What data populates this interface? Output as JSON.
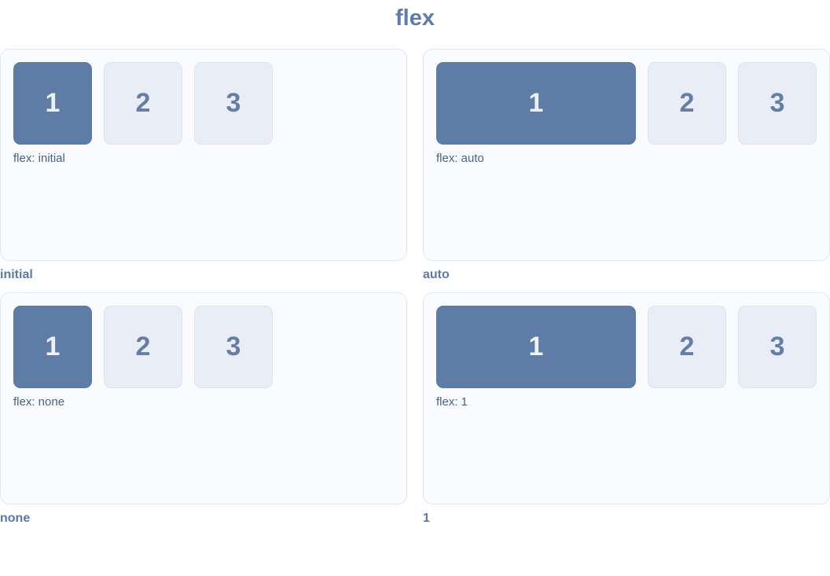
{
  "title": "flex",
  "colors": {
    "accent_box": "#5e7da6",
    "accent_box_text": "#edf2f9",
    "muted_box": "#e9edf6",
    "muted_box_text": "#647ea6",
    "heading_text": "#5e7ca9",
    "caption_text": "#47628b",
    "panel_background": "#f9fbfe",
    "panel_border": "#e2e8f3"
  },
  "panels": [
    {
      "label": "initial",
      "caption": "flex: initial",
      "flex_value": "initial",
      "boxes": [
        "1",
        "2",
        "3"
      ]
    },
    {
      "label": "auto",
      "caption": "flex: auto",
      "flex_value": "auto",
      "boxes": [
        "1",
        "2",
        "3"
      ]
    },
    {
      "label": "none",
      "caption": "flex: none",
      "flex_value": "none",
      "boxes": [
        "1",
        "2",
        "3"
      ]
    },
    {
      "label": "1",
      "caption": "flex: 1",
      "flex_value": "1",
      "boxes": [
        "1",
        "2",
        "3"
      ]
    }
  ]
}
